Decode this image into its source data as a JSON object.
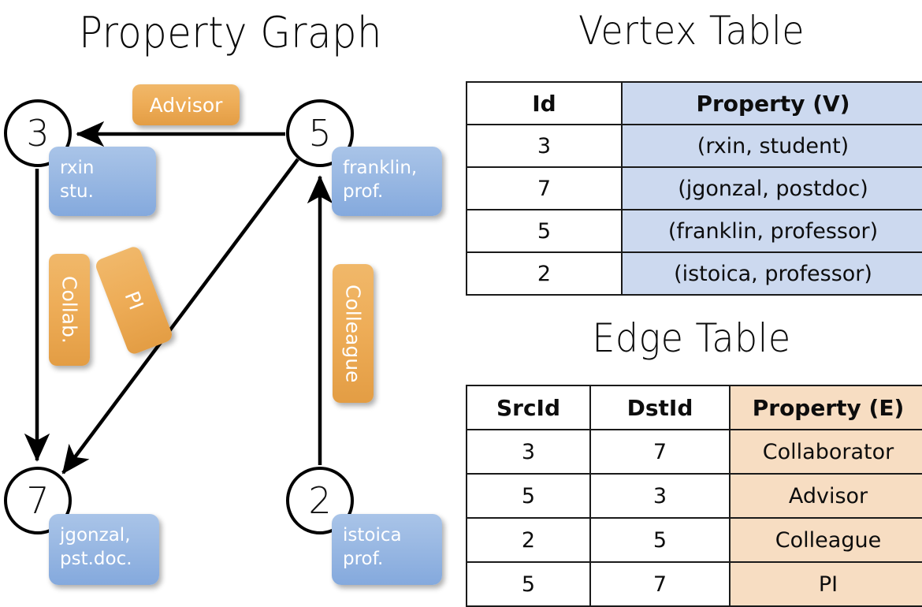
{
  "titles": {
    "property_graph": "Property Graph",
    "vertex_table": "Vertex Table",
    "edge_table": "Edge Table"
  },
  "graph": {
    "nodes": [
      {
        "id": "3",
        "property_line1": "rxin",
        "property_line2": "stu."
      },
      {
        "id": "5",
        "property_line1": "franklin,",
        "property_line2": "prof."
      },
      {
        "id": "7",
        "property_line1": "jgonzal,",
        "property_line2": "pst.doc."
      },
      {
        "id": "2",
        "property_line1": "istoica",
        "property_line2": "prof."
      }
    ],
    "edge_labels": {
      "advisor": "Advisor",
      "collab": "Collab.",
      "pi": "PI",
      "colleague": "Colleague"
    }
  },
  "vertex_table": {
    "headers": [
      "Id",
      "Property (V)"
    ],
    "rows": [
      {
        "id": "3",
        "property": "(rxin, student)"
      },
      {
        "id": "7",
        "property": "(jgonzal, postdoc)"
      },
      {
        "id": "5",
        "property": "(franklin, professor)"
      },
      {
        "id": "2",
        "property": "(istoica, professor)"
      }
    ]
  },
  "edge_table": {
    "headers": [
      "SrcId",
      "DstId",
      "Property (E)"
    ],
    "rows": [
      {
        "src": "3",
        "dst": "7",
        "property": "Collaborator"
      },
      {
        "src": "5",
        "dst": "3",
        "property": "Advisor"
      },
      {
        "src": "2",
        "dst": "5",
        "property": "Colleague"
      },
      {
        "src": "5",
        "dst": "7",
        "property": "PI"
      }
    ]
  },
  "colors": {
    "vertex_property_fill": "#ccd9ef",
    "edge_property_fill": "#f7ddc2",
    "node_box_blue": "#9dbbe4",
    "edge_label_orange": "#eead58"
  }
}
